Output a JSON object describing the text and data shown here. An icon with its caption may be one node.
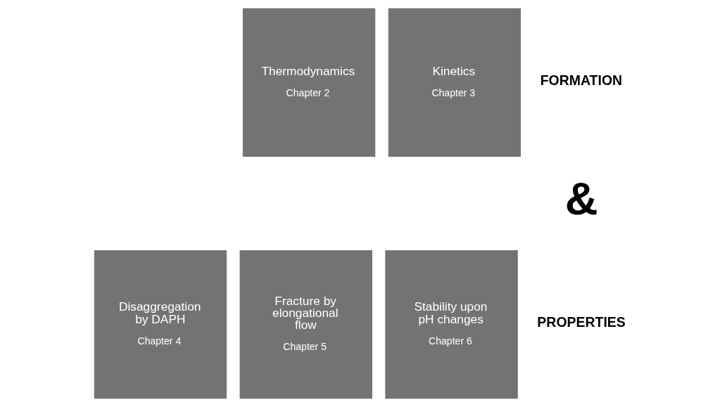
{
  "diagram": {
    "nodes": [
      {
        "text": [
          "Thermodynamics",
          "Chapter 2"
        ]
      },
      {
        "text": [
          "Kinetics",
          "Chapter 3"
        ]
      },
      {
        "text": [
          "Disaggregation by DAPH",
          "Chapter 4"
        ]
      },
      {
        "text": [
          "Fracture by elongational flow",
          "Chapter 5"
        ]
      },
      {
        "text": [
          "Stability upon pH changes",
          "Chapter 6"
        ]
      }
    ],
    "edges": [],
    "labels": [
      "FORMATION",
      "&",
      "PROPERTIES"
    ]
  }
}
